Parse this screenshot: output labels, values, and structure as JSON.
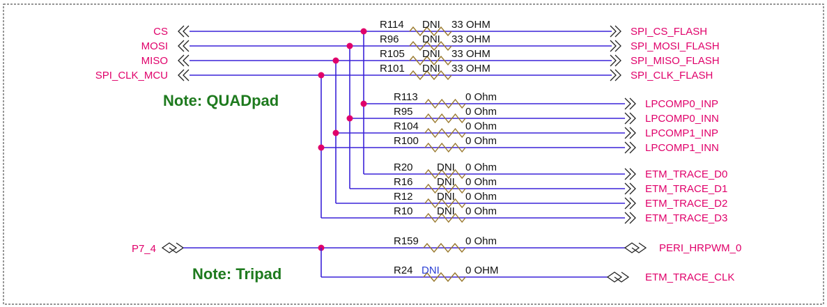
{
  "colors": {
    "wire": "#3a22d8",
    "net_label": "#e0006a",
    "junction": "#e0006a",
    "note": "#1e7a1e",
    "resistor": "#9a7a30",
    "border": "#555555"
  },
  "inputs": [
    {
      "label": "CS"
    },
    {
      "label": "MOSI"
    },
    {
      "label": "MISO"
    },
    {
      "label": "SPI_CLK_MCU"
    },
    {
      "label": "P7_4"
    }
  ],
  "notes": {
    "quadpad": "Note: QUADpad",
    "tripad": "Note: Tripad"
  },
  "groups": [
    {
      "id": "spi-flash",
      "resistors": [
        {
          "ref": "R114",
          "dni": "DNI",
          "value": "33 OHM",
          "output": "SPI_CS_FLASH"
        },
        {
          "ref": "R96",
          "dni": "DNI",
          "value": "33 OHM",
          "output": "SPI_MOSI_FLASH"
        },
        {
          "ref": "R105",
          "dni": "DNI",
          "value": "33 OHM",
          "output": "SPI_MISO_FLASH"
        },
        {
          "ref": "R101",
          "dni": "DNI",
          "value": "33 OHM",
          "output": "SPI_CLK_FLASH"
        }
      ]
    },
    {
      "id": "lpcomp",
      "resistors": [
        {
          "ref": "R113",
          "dni": "",
          "value": "0 Ohm",
          "output": "LPCOMP0_INP"
        },
        {
          "ref": "R95",
          "dni": "",
          "value": "0 Ohm",
          "output": "LPCOMP0_INN"
        },
        {
          "ref": "R104",
          "dni": "",
          "value": "0 Ohm",
          "output": "LPCOMP1_INP"
        },
        {
          "ref": "R100",
          "dni": "",
          "value": "0 Ohm",
          "output": "LPCOMP1_INN"
        }
      ]
    },
    {
      "id": "etm-trace",
      "resistors": [
        {
          "ref": "R20",
          "dni": "DNI",
          "value": "0 Ohm",
          "output": "ETM_TRACE_D0"
        },
        {
          "ref": "R16",
          "dni": "DNI",
          "value": "0 Ohm",
          "output": "ETM_TRACE_D1"
        },
        {
          "ref": "R12",
          "dni": "DNI",
          "value": "0 Ohm",
          "output": "ETM_TRACE_D2"
        },
        {
          "ref": "R10",
          "dni": "DNI",
          "value": "0 Ohm",
          "output": "ETM_TRACE_D3"
        }
      ]
    },
    {
      "id": "p7-4",
      "resistors": [
        {
          "ref": "R159",
          "dni": "",
          "value": "0 Ohm",
          "output": "PERI_HRPWM_0"
        },
        {
          "ref": "R24",
          "dni": "DNI",
          "value": "0 OHM",
          "output": "ETM_TRACE_CLK"
        }
      ]
    }
  ]
}
